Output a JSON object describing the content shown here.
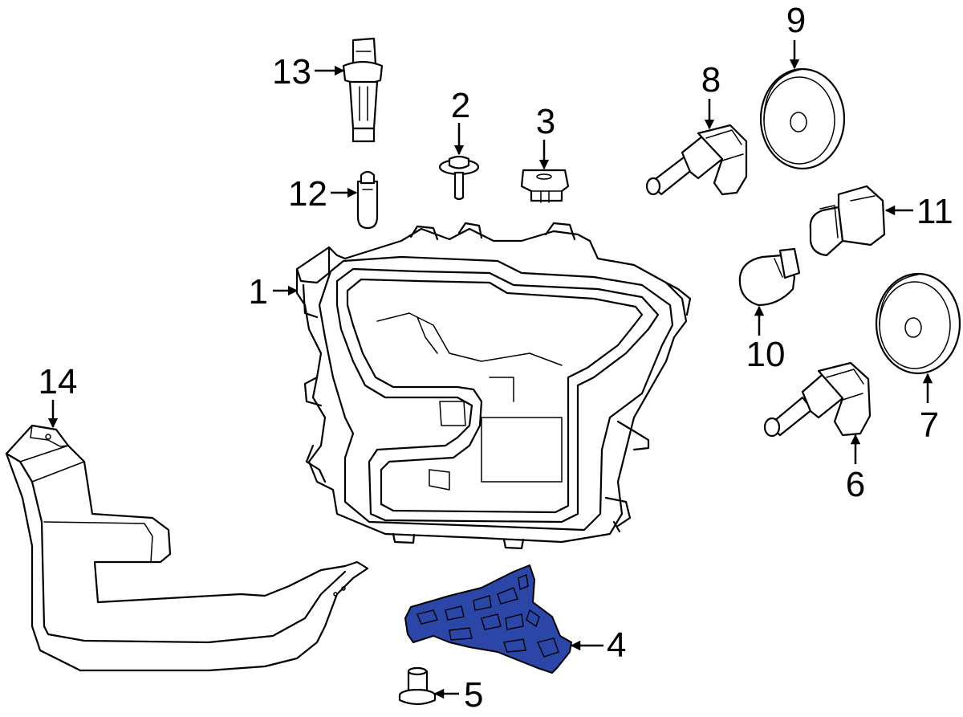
{
  "diagram": {
    "accent_color": "#2c46a8",
    "highlighted_callout": "4",
    "callouts": {
      "c1": "1",
      "c2": "2",
      "c3": "3",
      "c4": "4",
      "c5": "5",
      "c6": "6",
      "c7": "7",
      "c8": "8",
      "c9": "9",
      "c10": "10",
      "c11": "11",
      "c12": "12",
      "c13": "13",
      "c14": "14"
    },
    "parts": [
      {
        "callout": "1",
        "icon": "headlamp-assembly-icon"
      },
      {
        "callout": "2",
        "icon": "bolt-icon"
      },
      {
        "callout": "3",
        "icon": "clip-nut-icon"
      },
      {
        "callout": "4",
        "icon": "mounting-bracket-icon"
      },
      {
        "callout": "5",
        "icon": "pin-icon"
      },
      {
        "callout": "6",
        "icon": "halogen-bulb-icon"
      },
      {
        "callout": "7",
        "icon": "dust-cap-icon"
      },
      {
        "callout": "8",
        "icon": "halogen-bulb-icon"
      },
      {
        "callout": "9",
        "icon": "dust-cap-icon"
      },
      {
        "callout": "10",
        "icon": "wedge-bulb-icon"
      },
      {
        "callout": "11",
        "icon": "bulb-socket-icon"
      },
      {
        "callout": "12",
        "icon": "mini-bulb-icon"
      },
      {
        "callout": "13",
        "icon": "socket-connector-icon"
      },
      {
        "callout": "14",
        "icon": "filler-panel-icon"
      }
    ]
  }
}
